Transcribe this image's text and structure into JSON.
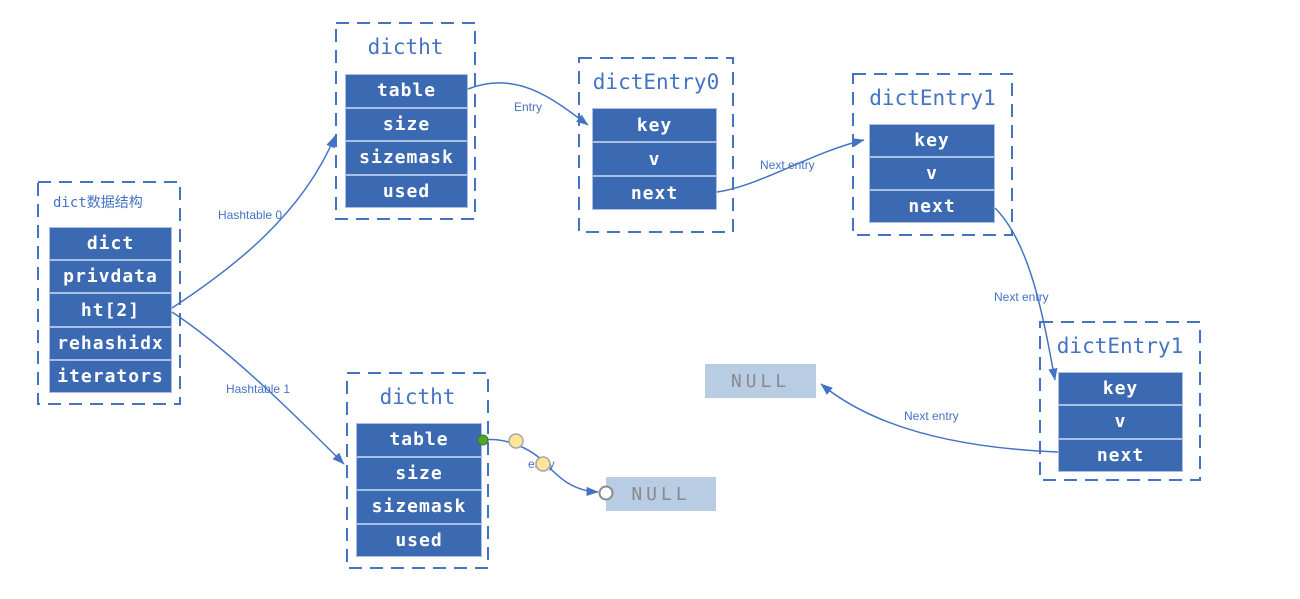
{
  "colors": {
    "accent_blue": "#4472C4",
    "cell_fill": "#3B69B2",
    "cell_text": "#FFFFFF",
    "row_separator": "#A9BFE4",
    "null_fill": "#B8CCE4",
    "null_text": "#8A8A8A",
    "endpoint_green": "#4EA72E",
    "handle_yellow": "#FFE599"
  },
  "nodes": {
    "dict": {
      "title": "dict数据结构",
      "rows": [
        "dict",
        "privdata",
        "ht[2]",
        "rehashidx",
        "iterators"
      ]
    },
    "dictht_top": {
      "title": "dictht",
      "rows": [
        "table",
        "size",
        "sizemask",
        "used"
      ]
    },
    "dict_entry0": {
      "title": "dictEntry0",
      "rows": [
        "key",
        "v",
        "next"
      ]
    },
    "dict_entry1_top": {
      "title": "dictEntry1",
      "rows": [
        "key",
        "v",
        "next"
      ]
    },
    "dict_entry1_bottom": {
      "title": "dictEntry1",
      "rows": [
        "key",
        "v",
        "next"
      ]
    },
    "dictht_bottom": {
      "title": "dictht",
      "rows": [
        "table",
        "size",
        "sizemask",
        "used"
      ]
    },
    "null_top": {
      "label": "NULL"
    },
    "null_bottom": {
      "label": "NULL"
    }
  },
  "edges": {
    "hashtable0": {
      "label": "Hashtable 0"
    },
    "hashtable1": {
      "label": "Hashtable 1"
    },
    "entry_top": {
      "label": "Entry"
    },
    "next_entry_a": {
      "label": "Next entry"
    },
    "next_entry_b": {
      "label": "Next entry"
    },
    "next_entry_c": {
      "label": "Next entry"
    },
    "entry_selected": {
      "label": "entry"
    }
  }
}
